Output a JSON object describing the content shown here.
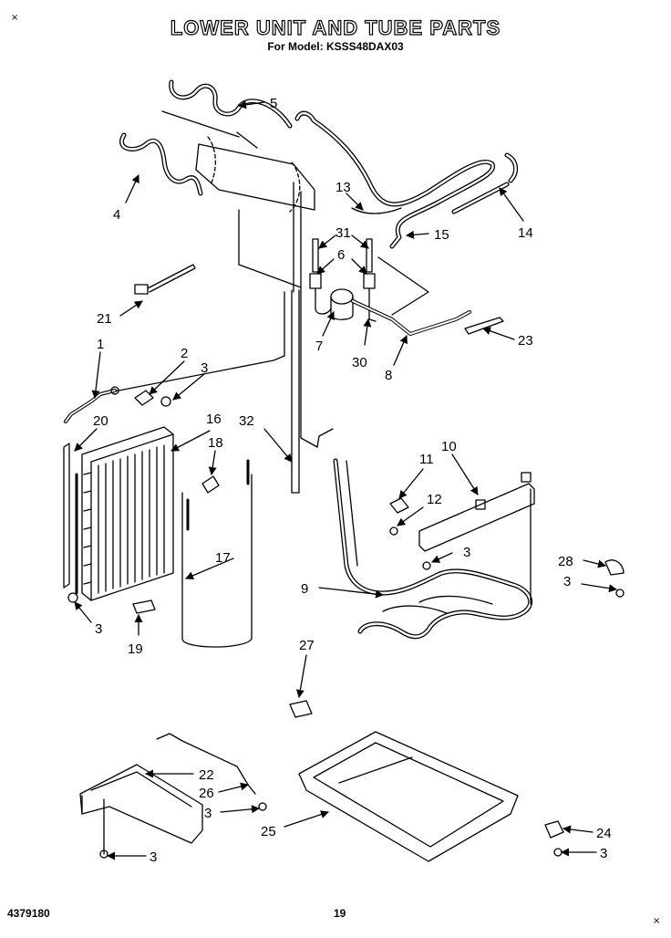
{
  "title": "LOWER UNIT AND TUBE PARTS",
  "subtitle": "For Model: KSSS48DAX03",
  "corner_mark_top": "×",
  "corner_mark_bottom": "×",
  "footer": {
    "doc_number": "4379180",
    "page_number": "19"
  },
  "callouts": [
    "5",
    "4",
    "13",
    "14",
    "15",
    "31",
    "6",
    "21",
    "7",
    "30",
    "8",
    "23",
    "1",
    "2",
    "3",
    "20",
    "16",
    "18",
    "32",
    "11",
    "10",
    "12",
    "3",
    "28",
    "3",
    "17",
    "9",
    "3",
    "19",
    "27",
    "22",
    "26",
    "3",
    "25",
    "24",
    "3",
    "3"
  ]
}
